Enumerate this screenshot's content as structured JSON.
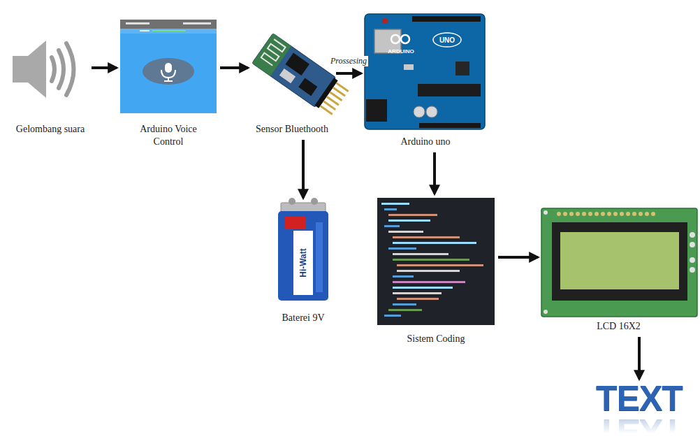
{
  "diagram": {
    "nodes": [
      {
        "text": [
          "Gelombang suara"
        ]
      },
      {
        "text": [
          "Arduino Voice Control"
        ]
      },
      {
        "text": [
          "Sensor Bluethooth"
        ]
      },
      {
        "text": [
          "Arduino uno"
        ]
      },
      {
        "text": [
          "Baterei 9V"
        ]
      },
      {
        "text": [
          "Sistem Coding"
        ]
      },
      {
        "text": [
          "LCD 16X2"
        ]
      },
      {
        "text": [
          "TEXT"
        ]
      }
    ],
    "edges": [
      {
        "from": 0,
        "to": 1,
        "arrow": "to"
      },
      {
        "from": 1,
        "to": 2,
        "arrow": "to"
      },
      {
        "from": 2,
        "to": 3,
        "label": "Prossesing",
        "arrow": "to"
      },
      {
        "from": 2,
        "to": 4,
        "arrow": "to"
      },
      {
        "from": 3,
        "to": 5,
        "arrow": "to"
      },
      {
        "from": 5,
        "to": 6,
        "arrow": "to"
      },
      {
        "from": 6,
        "to": 7,
        "arrow": "to"
      }
    ],
    "labels": [
      "ARDUINO",
      "UNO",
      "Hi-Watt"
    ]
  }
}
